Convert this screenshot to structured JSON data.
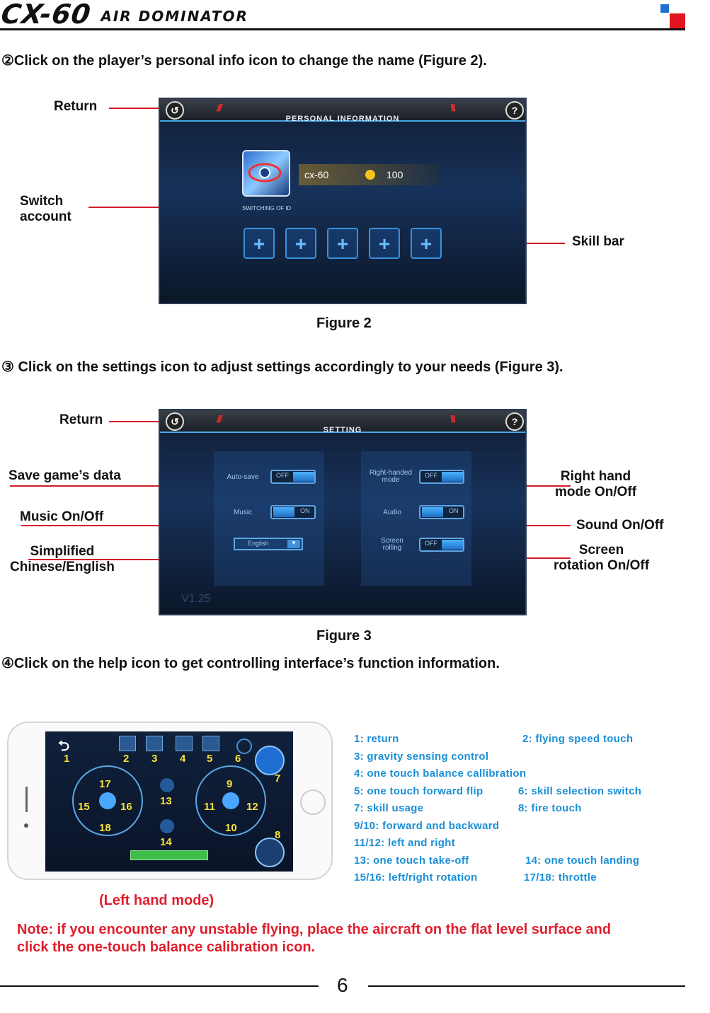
{
  "header": {
    "logo": "CX-60",
    "subtitle": "AIR DOMINATOR"
  },
  "step2": {
    "instruction": "②Click on the player’s personal info icon to change the name (Figure 2).",
    "labels": {
      "return": "Return",
      "switch_account": "Switch\naccount",
      "skill_bar": "Skill bar"
    },
    "screen": {
      "title": "PERSONAL INFORMATION",
      "player_name": "cx-60",
      "coins": "100",
      "switch_id": "SWITCHING OF ID",
      "back_glyph": "↺",
      "help_glyph": "?",
      "skill_slots": [
        "+",
        "+",
        "+",
        "+",
        "+"
      ]
    },
    "caption": "Figure 2"
  },
  "step3": {
    "instruction": "③ Click on the settings icon to adjust settings accordingly to your needs (Figure 3).",
    "labels": {
      "return": "Return",
      "save_data": "Save game’s data",
      "music": "Music On/Off",
      "language": "Simplified\nChinese/English",
      "right_hand": "Right hand\nmode On/Off",
      "sound": "Sound On/Off",
      "rotation": "Screen\nrotation On/Off"
    },
    "screen": {
      "title": "SETTING",
      "version": "V1.25",
      "back_glyph": "↺",
      "help_glyph": "?",
      "left": [
        {
          "label": "Auto-save",
          "state": "OFF"
        },
        {
          "label": "Music",
          "state": "ON"
        },
        {
          "label": "",
          "state": "English"
        }
      ],
      "right": [
        {
          "label": "Right-handed mode",
          "state": "OFF"
        },
        {
          "label": "Audio",
          "state": "ON"
        },
        {
          "label": "Screen rolling",
          "state": "OFF"
        }
      ]
    },
    "caption": "Figure 3"
  },
  "step4": {
    "instruction": "④Click on the help icon to get controlling interface’s function information.",
    "phone_numbers": [
      "1",
      "2",
      "3",
      "4",
      "5",
      "6",
      "7",
      "8",
      "9",
      "10",
      "11",
      "12",
      "13",
      "14",
      "15",
      "16",
      "17",
      "18"
    ],
    "legend": [
      [
        "1: return",
        "2: flying speed touch"
      ],
      [
        "3: gravity sensing control",
        ""
      ],
      [
        "4: one touch balance callibration",
        ""
      ],
      [
        "5: one touch forward flip",
        "6: skill selection switch"
      ],
      [
        "7: skill usage",
        "8: fire touch"
      ],
      [
        "9/10: forward and backward",
        ""
      ],
      [
        "11/12: left and right",
        ""
      ],
      [
        "13: one touch take-off",
        "14: one touch landing"
      ],
      [
        "15/16: left/right rotation",
        "17/18: throttle"
      ]
    ],
    "mode_caption": "(Left hand mode)"
  },
  "note": {
    "line1": "Note: if you encounter any unstable flying, place the aircraft on the flat level surface and",
    "line2": "click the one-touch balance calibration icon."
  },
  "page_number": "6",
  "colors": {
    "accent_red": "#e01e2b",
    "legend_blue": "#1a8fd6",
    "brand_blue": "#1f6fd1"
  }
}
